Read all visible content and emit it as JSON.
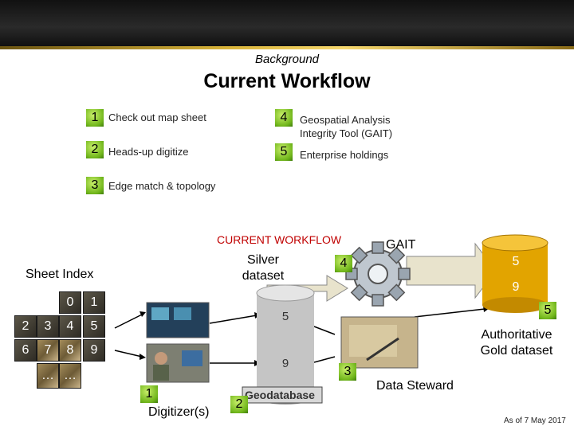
{
  "header": {
    "subtitle": "Background",
    "title": "Current Workflow"
  },
  "steps": [
    {
      "num": "1",
      "label": "Check out map sheet"
    },
    {
      "num": "2",
      "label": "Heads-up digitize"
    },
    {
      "num": "3",
      "label": "Edge match & topology"
    },
    {
      "num": "4",
      "label": "Geospatial Analysis Integrity Tool (GAIT)"
    },
    {
      "num": "5",
      "label": "Enterprise holdings"
    }
  ],
  "diagram": {
    "workflow_label": "CURRENT WORKFLOW",
    "sheet_index": {
      "title": "Sheet Index",
      "cells": [
        "0",
        "1",
        "2",
        "3",
        "4",
        "5",
        "6",
        "7",
        "8",
        "9",
        "…",
        "…"
      ]
    },
    "digitizers": {
      "num": "1",
      "label": "Digitizer(s)"
    },
    "silver": {
      "label": "Silver dataset",
      "badge_top": "5",
      "badge_bottom": "9",
      "cylinder_text": "Geodatabase",
      "num": "2"
    },
    "gait": {
      "label": "GAIT",
      "num": "4"
    },
    "gold": {
      "badge_top": "5",
      "badge_bottom": "9",
      "num": "5",
      "label": "Authoritative Gold dataset"
    },
    "steward": {
      "num": "3",
      "label": "Data Steward"
    }
  },
  "footer": {
    "date": "As of 7 May 2017"
  },
  "colors": {
    "accent_gold": "#d9b43a",
    "step_green": "#6fb51a",
    "gold_cylinder": "#e2a400",
    "arrow_fill": "#e8e3cc"
  }
}
